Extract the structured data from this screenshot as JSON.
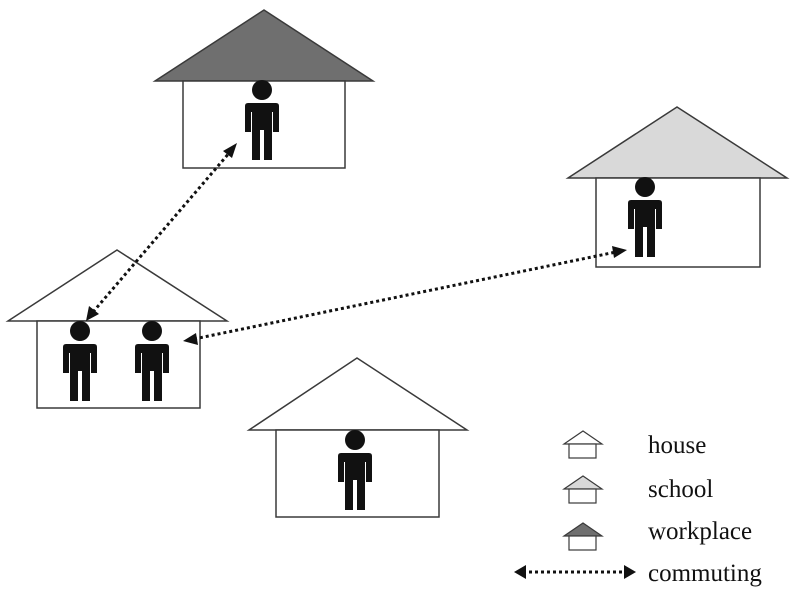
{
  "colors": {
    "house_roof": "#ffffff",
    "school_roof": "#d9d9d9",
    "workplace_roof": "#6f6f6f",
    "outline": "#3a3a3a",
    "person": "#111111",
    "commute": "#111111"
  },
  "buildings": [
    {
      "id": "workplace",
      "kind": "workplace",
      "occupants": 1
    },
    {
      "id": "school",
      "kind": "school",
      "occupants": 1
    },
    {
      "id": "home",
      "kind": "house",
      "occupants": 2
    },
    {
      "id": "neighbor-house",
      "kind": "house",
      "occupants": 1
    }
  ],
  "commutes": [
    {
      "from": "home",
      "to": "workplace"
    },
    {
      "from": "home",
      "to": "school"
    }
  ],
  "legend": {
    "house": "house",
    "school": "school",
    "workplace": "workplace",
    "commuting": "commuting"
  }
}
